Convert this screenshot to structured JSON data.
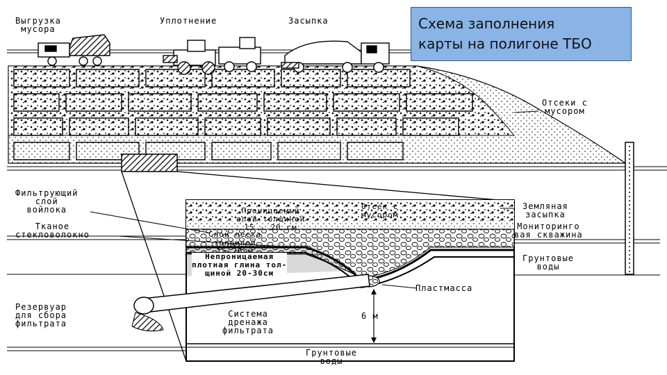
{
  "title": {
    "line1": "Схема заполнения",
    "line2": "карты на полигоне ТБО"
  },
  "top_labels": {
    "unloading": "Выгрузка\nмусора",
    "compaction": "Уплотнение",
    "backfill": "Засыпка"
  },
  "right_labels": {
    "cells": "Отсеки с\nмусором",
    "earth_fill": "Земляная\nзасыпка",
    "monitoring_well": "Мониторинго\nвая скважина",
    "groundwater": "Грунтовые\nводы",
    "plastic": "Пластмасса"
  },
  "left_labels": {
    "filter_felt": "Фильтрующий\nслой\nвойлока",
    "fiberglass": "Тканое\nстекловолокно",
    "reservoir": "Резервуар\nдля сбора\nфильтрата"
  },
  "inset_labels": {
    "permeable_layer": "Проницаемый\nслой толщиной\n15 - 20 см",
    "cells": "Отсек с\nмусором",
    "sand_layer": "Слой песка\nтолщиной\n15-20см",
    "impermeable_clay": "Непроницаемая\nплотная глина тол-\nщиной 20-30см",
    "drainage": "Система\nдренажа\nфильтрата",
    "depth": "6 м",
    "groundwater_bottom": "Грунтовые\nводы"
  }
}
